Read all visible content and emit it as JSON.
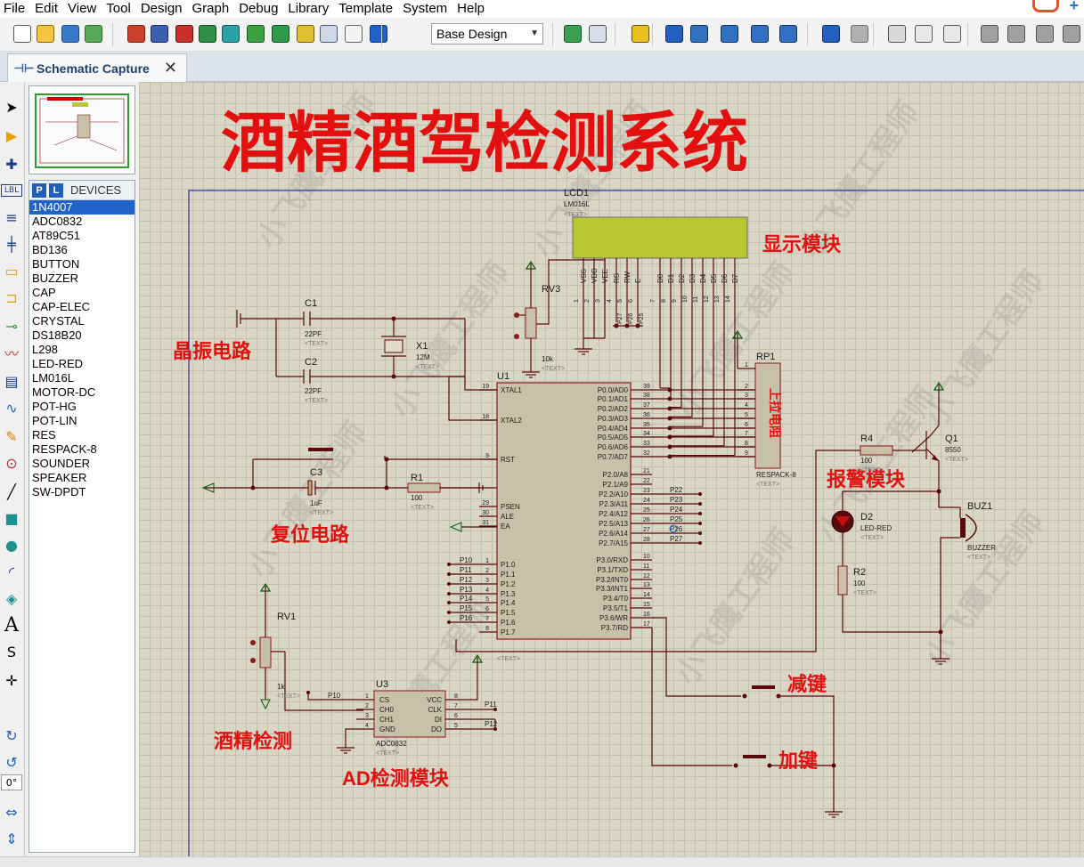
{
  "menu": [
    "File",
    "Edit",
    "View",
    "Tool",
    "Design",
    "Graph",
    "Debug",
    "Library",
    "Template",
    "System",
    "Help"
  ],
  "toolbar": {
    "design_select": "Base Design"
  },
  "tab": {
    "label": "Schematic Capture"
  },
  "devices": {
    "header": "DEVICES",
    "p_btn": "P",
    "l_btn": "L",
    "items": [
      "1N4007",
      "ADC0832",
      "AT89C51",
      "BD136",
      "BUTTON",
      "BUZZER",
      "CAP",
      "CAP-ELEC",
      "CRYSTAL",
      "DS18B20",
      "L298",
      "LED-RED",
      "LM016L",
      "MOTOR-DC",
      "POT-HG",
      "POT-LIN",
      "RES",
      "RESPACK-8",
      "SOUNDER",
      "SPEAKER",
      "SW-DPDT"
    ],
    "selected": "1N4007"
  },
  "lefttools": {
    "lbl": "LBL",
    "text_a": "A",
    "angle": "0°"
  },
  "schematic": {
    "title": "酒精酒驾检测系统",
    "watermark": "小飞鹰工程师",
    "modules": {
      "display": "显示模块",
      "crystal": "晶振电路",
      "reset": "复位电路",
      "alarm": "报警模块",
      "alcohol": "酒精检测",
      "ad": "AD检测模块",
      "minus": "减键",
      "plus": "加键",
      "pullup": "上拉电阻"
    },
    "text_placeholder": "<TEXT>",
    "lcd": {
      "ref": "LCD1",
      "part": "LM016L",
      "pins": [
        "VSS",
        "VDD",
        "VEE",
        "RS",
        "RW",
        "E",
        "D0",
        "D1",
        "D2",
        "D3",
        "D4",
        "D5",
        "D6",
        "D7"
      ],
      "pin_nums": [
        "1",
        "2",
        "3",
        "4",
        "5",
        "6",
        "7",
        "8",
        "9",
        "10",
        "11",
        "12",
        "13",
        "14"
      ],
      "mid_labels": [
        "P27",
        "P26",
        "P25"
      ]
    },
    "rv3": {
      "ref": "RV3",
      "value": "10k"
    },
    "rv1": {
      "ref": "RV1",
      "value": "1k",
      "net": "P10"
    },
    "c1": {
      "ref": "C1",
      "value": "22PF"
    },
    "c2": {
      "ref": "C2",
      "value": "22PF"
    },
    "c3": {
      "ref": "C3",
      "value": "1uF"
    },
    "x1": {
      "ref": "X1",
      "value": "12M"
    },
    "r1": {
      "ref": "R1",
      "value": "100"
    },
    "r2": {
      "ref": "R2",
      "value": "100"
    },
    "r4": {
      "ref": "R4",
      "value": "100"
    },
    "q1": {
      "ref": "Q1",
      "value": "8550"
    },
    "d2": {
      "ref": "D2",
      "value": "LED-RED"
    },
    "buz1": {
      "ref": "BUZ1",
      "value": "BUZZER"
    },
    "rp1": {
      "ref": "RP1",
      "value": "RESPACK-8",
      "pins": [
        "1",
        "2",
        "3",
        "4",
        "5",
        "6",
        "7",
        "8",
        "9"
      ]
    },
    "u1": {
      "ref": "U1",
      "left_pins": [
        {
          "num": "19",
          "name": "XTAL1"
        },
        {
          "num": "18",
          "name": "XTAL2"
        },
        {
          "num": "9",
          "name": "RST"
        },
        {
          "num": "29",
          "name": "PSEN"
        },
        {
          "num": "30",
          "name": "ALE"
        },
        {
          "num": "31",
          "name": "EA"
        },
        {
          "num": "1",
          "name": "P1.0"
        },
        {
          "num": "2",
          "name": "P1.1"
        },
        {
          "num": "3",
          "name": "P1.2"
        },
        {
          "num": "4",
          "name": "P1.3"
        },
        {
          "num": "5",
          "name": "P1.4"
        },
        {
          "num": "6",
          "name": "P1.5"
        },
        {
          "num": "7",
          "name": "P1.6"
        },
        {
          "num": "8",
          "name": "P1.7"
        }
      ],
      "p1_nets": [
        "P10",
        "P11",
        "P12",
        "P13",
        "P14",
        "P15",
        "P16"
      ],
      "right_pins": [
        {
          "num": "39",
          "name": "P0.0/AD0"
        },
        {
          "num": "38",
          "name": "P0.1/AD1"
        },
        {
          "num": "37",
          "name": "P0.2/AD2"
        },
        {
          "num": "36",
          "name": "P0.3/AD3"
        },
        {
          "num": "35",
          "name": "P0.4/AD4"
        },
        {
          "num": "34",
          "name": "P0.5/AD5"
        },
        {
          "num": "33",
          "name": "P0.6/AD6"
        },
        {
          "num": "32",
          "name": "P0.7/AD7"
        },
        {
          "num": "21",
          "name": "P2.0/A8"
        },
        {
          "num": "22",
          "name": "P2.1/A9"
        },
        {
          "num": "23",
          "name": "P2.2/A10"
        },
        {
          "num": "24",
          "name": "P2.3/A11"
        },
        {
          "num": "25",
          "name": "P2.4/A12"
        },
        {
          "num": "26",
          "name": "P2.5/A13"
        },
        {
          "num": "27",
          "name": "P2.6/A14"
        },
        {
          "num": "28",
          "name": "P2.7/A15"
        },
        {
          "num": "10",
          "name": "P3.0/RXD"
        },
        {
          "num": "11",
          "name": "P3.1/TXD"
        },
        {
          "num": "12",
          "name": "P3.2/INT0"
        },
        {
          "num": "13",
          "name": "P3.3/INT1"
        },
        {
          "num": "14",
          "name": "P3.4/T0"
        },
        {
          "num": "15",
          "name": "P3.5/T1"
        },
        {
          "num": "16",
          "name": "P3.6/WR"
        },
        {
          "num": "17",
          "name": "P3.7/RD"
        }
      ],
      "p2_nets": [
        "P22",
        "P23",
        "P24",
        "P25",
        "P26",
        "P27"
      ]
    },
    "u3": {
      "ref": "U3",
      "part": "ADC0832",
      "left": [
        {
          "num": "1",
          "name": "CS"
        },
        {
          "num": "2",
          "name": "CH0"
        },
        {
          "num": "3",
          "name": "CH1"
        },
        {
          "num": "4",
          "name": "GND"
        }
      ],
      "right": [
        {
          "num": "8",
          "name": "VCC"
        },
        {
          "num": "7",
          "name": "CLK"
        },
        {
          "num": "6",
          "name": "DI"
        },
        {
          "num": "5",
          "name": "DO"
        }
      ],
      "nets": [
        "P11",
        "P12"
      ]
    }
  }
}
